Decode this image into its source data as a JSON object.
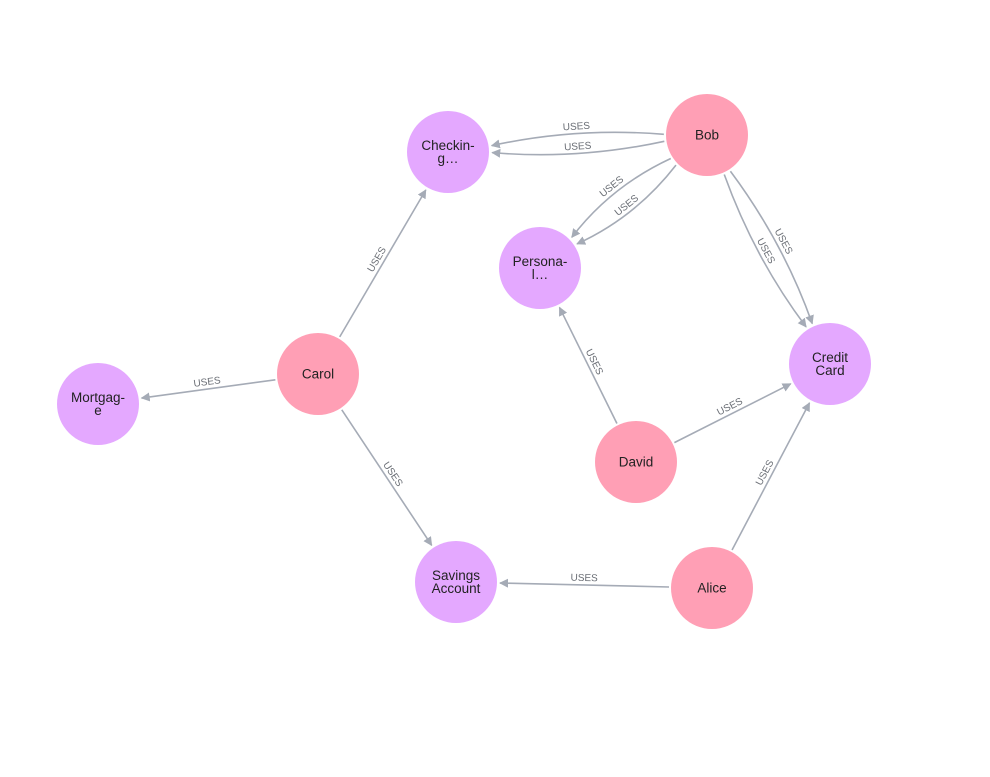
{
  "graph": {
    "colors": {
      "person": "#ff9fb5",
      "product": "#e4a8ff",
      "edge": "#a5abb6",
      "edge_label": "#6b6f76"
    },
    "nodes": [
      {
        "id": "bob",
        "type": "person",
        "lines": [
          "Bob"
        ]
      },
      {
        "id": "carol",
        "type": "person",
        "lines": [
          "Carol"
        ]
      },
      {
        "id": "david",
        "type": "person",
        "lines": [
          "David"
        ]
      },
      {
        "id": "alice",
        "type": "person",
        "lines": [
          "Alice"
        ]
      },
      {
        "id": "checking",
        "type": "product",
        "lines": [
          "Checkin-",
          "g…"
        ]
      },
      {
        "id": "personal",
        "type": "product",
        "lines": [
          "Persona-",
          "l…"
        ]
      },
      {
        "id": "credit",
        "type": "product",
        "lines": [
          "Credit",
          "Card"
        ]
      },
      {
        "id": "mortgage",
        "type": "product",
        "lines": [
          "Mortgag-",
          "e"
        ]
      },
      {
        "id": "savings",
        "type": "product",
        "lines": [
          "Savings",
          "Account"
        ]
      }
    ],
    "edges": [
      {
        "source": "bob",
        "target": "checking",
        "label": "USES"
      },
      {
        "source": "bob",
        "target": "checking",
        "label": "USES"
      },
      {
        "source": "bob",
        "target": "personal",
        "label": "USES"
      },
      {
        "source": "bob",
        "target": "personal",
        "label": "USES"
      },
      {
        "source": "bob",
        "target": "credit",
        "label": "USES"
      },
      {
        "source": "bob",
        "target": "credit",
        "label": "USES"
      },
      {
        "source": "carol",
        "target": "checking",
        "label": "USES"
      },
      {
        "source": "carol",
        "target": "mortgage",
        "label": "USES"
      },
      {
        "source": "carol",
        "target": "savings",
        "label": "USES"
      },
      {
        "source": "david",
        "target": "personal",
        "label": "USES"
      },
      {
        "source": "david",
        "target": "credit",
        "label": "USES"
      },
      {
        "source": "alice",
        "target": "credit",
        "label": "USES"
      },
      {
        "source": "alice",
        "target": "savings",
        "label": "USES"
      }
    ]
  }
}
